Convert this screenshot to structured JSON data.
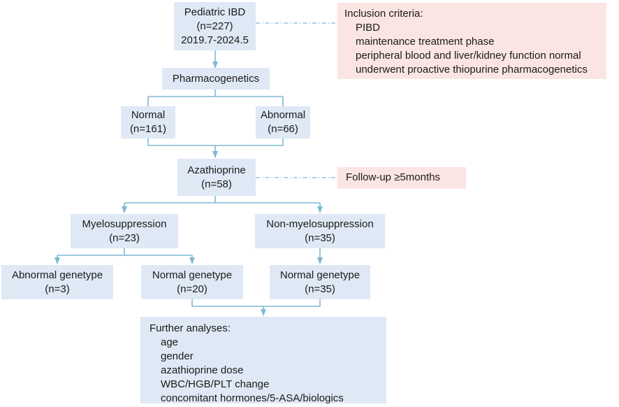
{
  "colors": {
    "box_fill": "#dfe9f5",
    "note_fill": "#fbe5e3",
    "connector": "#7fb9d3"
  },
  "nodes": {
    "pediatric_ibd": [
      "Pediatric IBD",
      "(n=227)",
      "2019.7-2024.5"
    ],
    "pharmacogenetics": [
      "Pharmacogenetics"
    ],
    "normal": [
      "Normal",
      "(n=161)"
    ],
    "abnormal": [
      "Abnormal",
      "(n=66)"
    ],
    "azathioprine": [
      "Azathioprine",
      "(n=58)"
    ],
    "myelosuppression": [
      "Myelosuppression",
      "(n=23)"
    ],
    "non_myelosuppression": [
      "Non-myelosuppression",
      "(n=35)"
    ],
    "abnormal_genotype": [
      "Abnormal genetype",
      "(n=3)"
    ],
    "normal_genotype_a": [
      "Normal genetype",
      "(n=20)"
    ],
    "normal_genotype_b": [
      "Normal genetype",
      "(n=35)"
    ]
  },
  "inclusion_criteria": {
    "title": "Inclusion criteria:",
    "items": [
      "PIBD",
      "maintenance treatment phase",
      "peripheral blood and liver/kidney function normal",
      "underwent proactive thiopurine pharmacogenetics"
    ]
  },
  "follow_up": "Follow-up ≥5months",
  "further_analyses": {
    "title": "Further analyses:",
    "items": [
      "age",
      "gender",
      "azathioprine dose",
      "WBC/HGB/PLT change",
      "concomitant hormones/5-ASA/biologics"
    ]
  }
}
